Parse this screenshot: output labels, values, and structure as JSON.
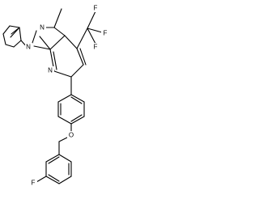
{
  "molecule": {
    "atom_labels": {
      "pyrazole_n_upper": "N",
      "pyrazole_n_lower": "N",
      "pyridine_n": "N",
      "fluorine_1": "F",
      "fluorine_2": "F",
      "fluorine_3": "F",
      "ether_oxygen": "O",
      "aryl_fluorine": "F"
    },
    "colors": {
      "bond": "#000000",
      "label": "#000000",
      "background": "#ffffff"
    }
  }
}
